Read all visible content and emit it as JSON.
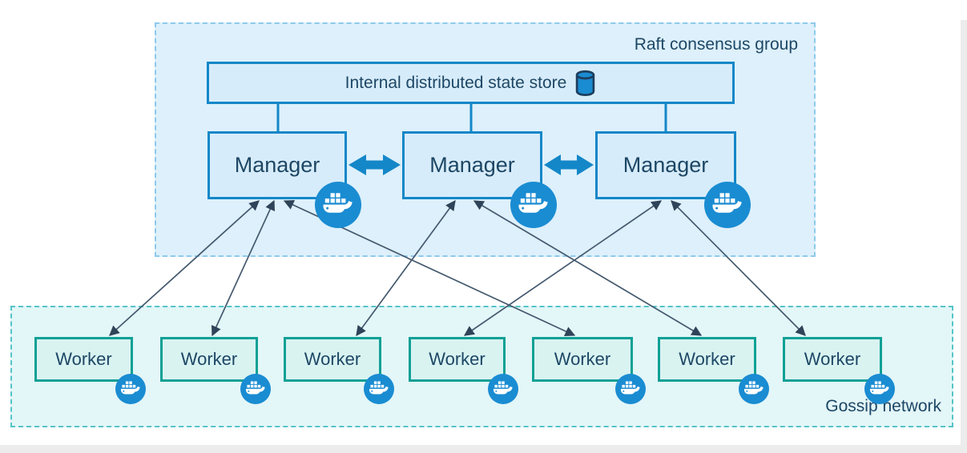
{
  "raft_group": {
    "label": "Raft consensus group",
    "state_store": {
      "label": "Internal distributed state store",
      "icon": "database-cylinder-icon"
    },
    "managers": [
      {
        "label": "Manager"
      },
      {
        "label": "Manager"
      },
      {
        "label": "Manager"
      }
    ]
  },
  "gossip_network": {
    "label": "Gossip network",
    "workers": [
      {
        "label": "Worker"
      },
      {
        "label": "Worker"
      },
      {
        "label": "Worker"
      },
      {
        "label": "Worker"
      },
      {
        "label": "Worker"
      },
      {
        "label": "Worker"
      },
      {
        "label": "Worker"
      }
    ]
  },
  "icons": {
    "node_badge": "docker-whale-icon",
    "state_store": "database-cylinder-icon"
  },
  "connections": {
    "state_store_links": [
      "state-store - manager-1",
      "state-store - manager-2",
      "state-store - manager-3"
    ],
    "manager_peer_links": [
      "manager-1 <-> manager-2",
      "manager-2 <-> manager-3"
    ],
    "worker_links": [
      {
        "from": "manager-1",
        "to": "worker-1",
        "bidirectional": true
      },
      {
        "from": "manager-1",
        "to": "worker-2",
        "bidirectional": true
      },
      {
        "from": "manager-1",
        "to": "worker-5",
        "bidirectional": true
      },
      {
        "from": "manager-2",
        "to": "worker-3",
        "bidirectional": true
      },
      {
        "from": "manager-2",
        "to": "worker-6",
        "bidirectional": true
      },
      {
        "from": "manager-3",
        "to": "worker-4",
        "bidirectional": true
      },
      {
        "from": "manager-3",
        "to": "worker-7",
        "bidirectional": true
      }
    ]
  },
  "colors": {
    "docker_blue": "#1a8cd2",
    "node_border_blue": "#1487c8",
    "node_fill_blue": "#d7ecfa",
    "raft_fill": "#ddf0fb",
    "raft_dashed_border": "#8fc9ec",
    "gossip_fill": "#e3f6f8",
    "gossip_dashed_border": "#55c4c7",
    "worker_border_teal": "#0ea095",
    "worker_fill": "#d9f3f1",
    "text_navy": "#1d4765",
    "thin_arrow": "#44596e"
  }
}
